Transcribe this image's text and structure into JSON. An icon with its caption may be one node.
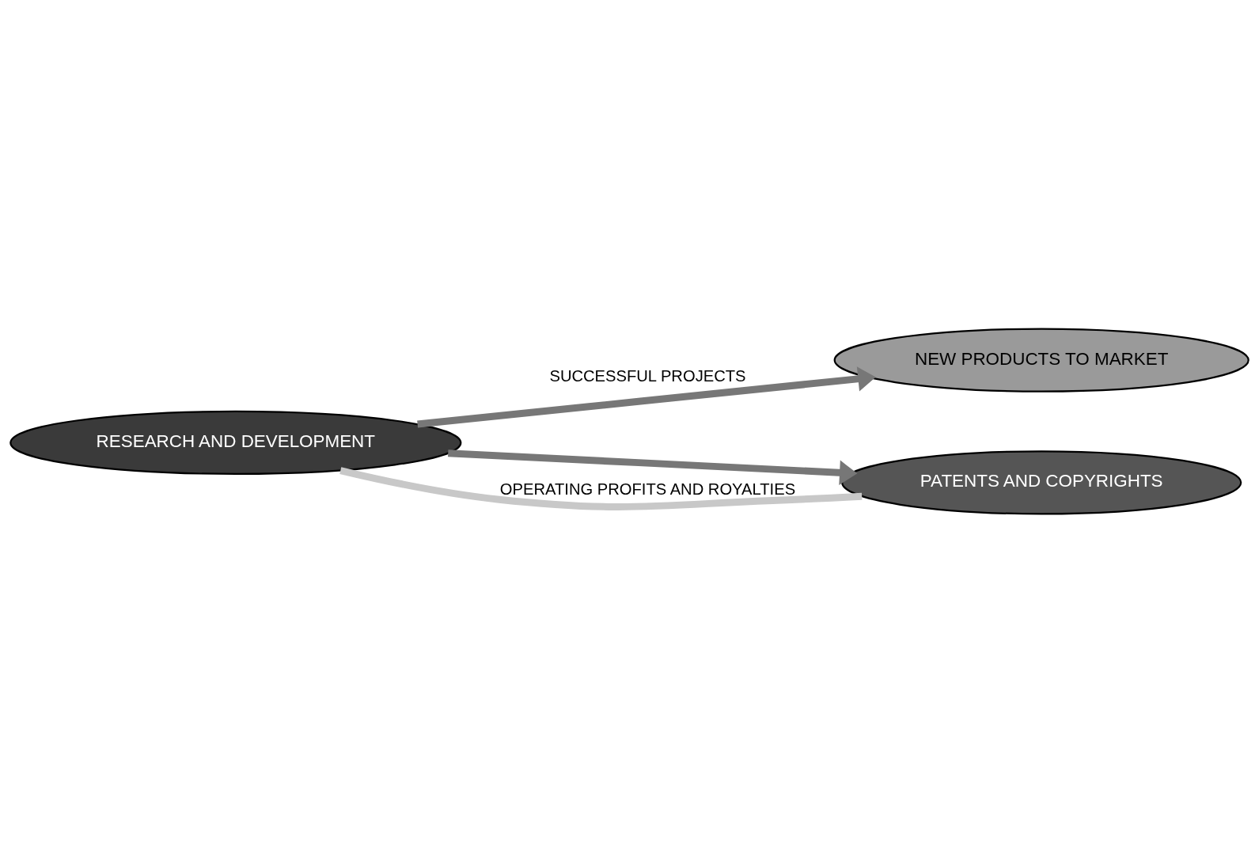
{
  "diagram": {
    "nodes": [
      {
        "text": [
          "RESEARCH AND DEVELOPMENT"
        ]
      },
      {
        "text": [
          "NEW PRODUCTS TO MARKET"
        ]
      },
      {
        "text": [
          "PATENTS AND COPYRIGHTS"
        ]
      }
    ],
    "edges": [
      {
        "from": 0,
        "to": 1,
        "arrow": "to",
        "label": "SUCCESSFUL PROJECTS"
      },
      {
        "from": 0,
        "to": 2,
        "arrow": "to"
      },
      {
        "from": 2,
        "to": 0,
        "arrow": "none",
        "label": "OPERATING PROFITS AND ROYALTIES",
        "color": "#c8c8c8"
      }
    ]
  }
}
